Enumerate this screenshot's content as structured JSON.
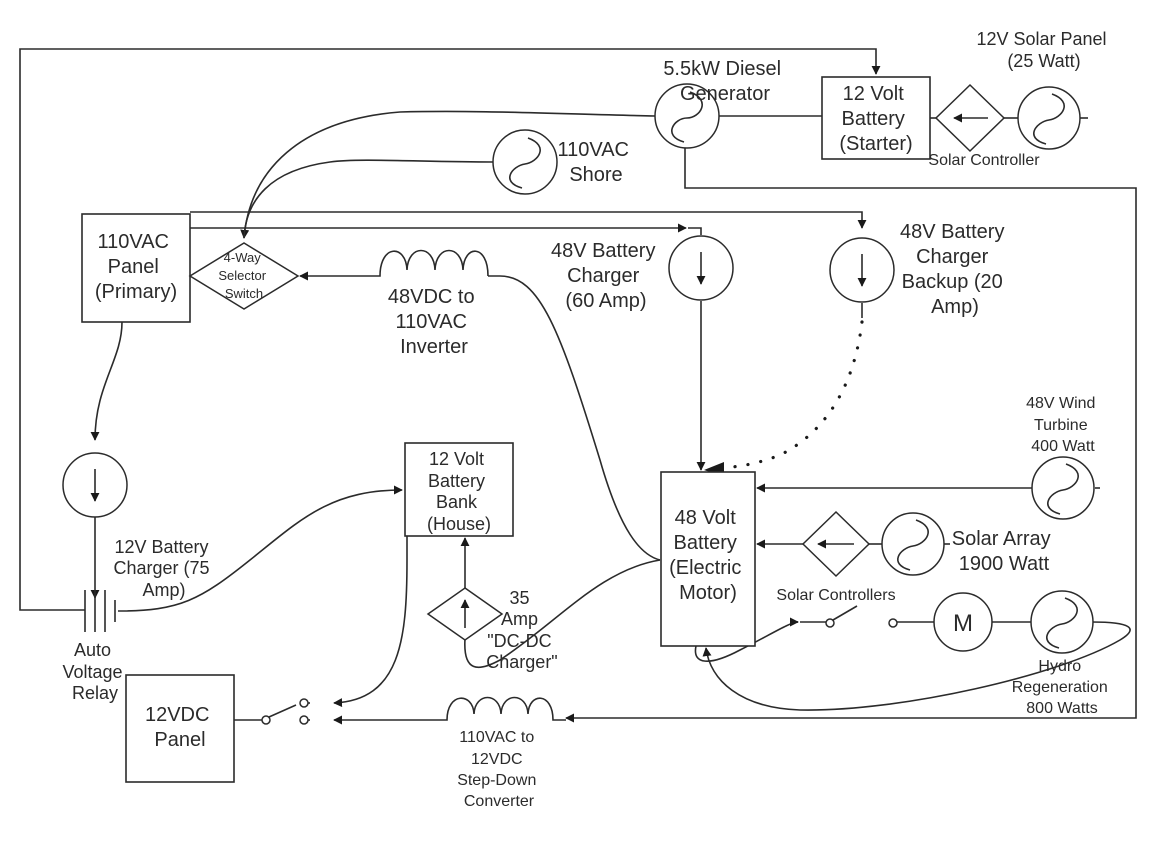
{
  "diagram": {
    "type": "electrical power system schematic",
    "components": {
      "diesel_generator": {
        "lines": [
          "5.5kW Diesel",
          "Generator"
        ]
      },
      "starter_battery": {
        "lines": [
          "12 Volt",
          "Battery",
          "(Starter)"
        ]
      },
      "solar_controller_top": {
        "lines": [
          "Solar Controller"
        ]
      },
      "solar_panel_12v": {
        "lines": [
          "12V Solar Panel",
          "(25 Watt)"
        ]
      },
      "shore_power": {
        "lines": [
          "110VAC",
          "Shore"
        ]
      },
      "ac_panel": {
        "lines": [
          "110VAC",
          "Panel",
          "(Primary)"
        ]
      },
      "selector_switch": {
        "lines": [
          "4-Way",
          "Selector",
          "Switch"
        ]
      },
      "inverter": {
        "lines": [
          "48VDC to",
          "110VAC",
          "Inverter"
        ]
      },
      "charger_48v": {
        "lines": [
          "48V Battery",
          "Charger",
          "(60 Amp)"
        ]
      },
      "charger_48v_backup": {
        "lines": [
          "48V Battery",
          "Charger",
          "Backup (20",
          "Amp)"
        ]
      },
      "wind_turbine": {
        "lines": [
          "48V Wind",
          "Turbine",
          "400 Watt"
        ]
      },
      "battery_48v": {
        "lines": [
          "48 Volt",
          "Battery",
          "(Electric",
          "Motor)"
        ]
      },
      "solar_array": {
        "lines": [
          "Solar Array",
          "1900 Watt"
        ]
      },
      "solar_controllers": {
        "lines": [
          "Solar Controllers"
        ]
      },
      "motor": {
        "lines": [
          "M"
        ]
      },
      "hydro": {
        "lines": [
          "Hydro",
          "Regeneration",
          "800 Watts"
        ]
      },
      "house_battery": {
        "lines": [
          "12 Volt",
          "Battery",
          "Bank",
          "(House)"
        ]
      },
      "charger_12v": {
        "lines": [
          "12V Battery",
          "Charger (75",
          "Amp)"
        ]
      },
      "voltage_relay": {
        "lines": [
          "Auto",
          "Voltage",
          "Relay"
        ]
      },
      "dcdc_charger": {
        "lines": [
          "35",
          "Amp",
          "\"DC-DC",
          "Charger\""
        ]
      },
      "dc_panel": {
        "lines": [
          "12VDC",
          "Panel"
        ]
      },
      "stepdown": {
        "lines": [
          "110VAC to",
          "12VDC",
          "Step-Down",
          "Converter"
        ]
      }
    }
  }
}
